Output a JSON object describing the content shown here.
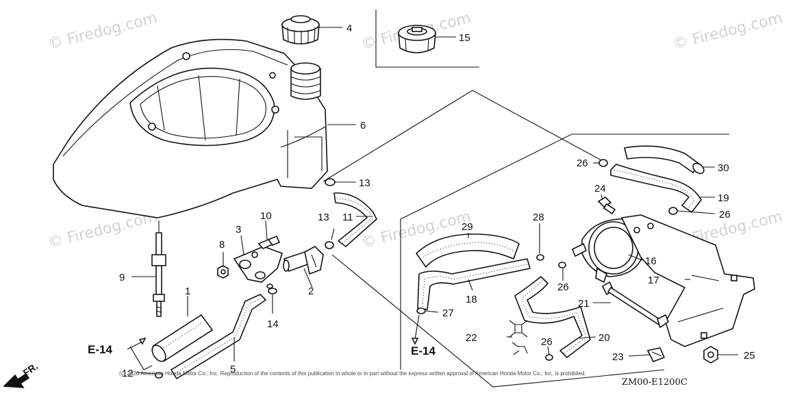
{
  "watermark": {
    "text": "© Firedog.com"
  },
  "callouts": {
    "p1": "1",
    "p2": "2",
    "p3": "3",
    "p4": "4",
    "p5": "5",
    "p6": "6",
    "p8": "8",
    "p9": "9",
    "p10": "10",
    "p11": "11",
    "p12": "12",
    "p13a": "13",
    "p13b": "13",
    "p14": "14",
    "p15": "15",
    "p16": "16",
    "p17": "17",
    "p18": "18",
    "p19": "19",
    "p20": "20",
    "p21": "21",
    "p22": "22",
    "p23": "23",
    "p24": "24",
    "p25": "25",
    "p26a": "26",
    "p26b": "26",
    "p26c": "26",
    "p26d": "26",
    "p27": "27",
    "p28": "28",
    "p29": "29",
    "p30": "30"
  },
  "section_refs": {
    "left": "E-14",
    "center": "E-14"
  },
  "direction": {
    "front_label": "FR."
  },
  "footer": {
    "copyright": "(c) 2020 American Honda Motor Co., Inc. Reproduction of the contents of this publication in whole or in part without the express written approval of American Honda Motor Co., Inc. is prohibited.",
    "diagram_code": "ZM00-E1200C"
  }
}
